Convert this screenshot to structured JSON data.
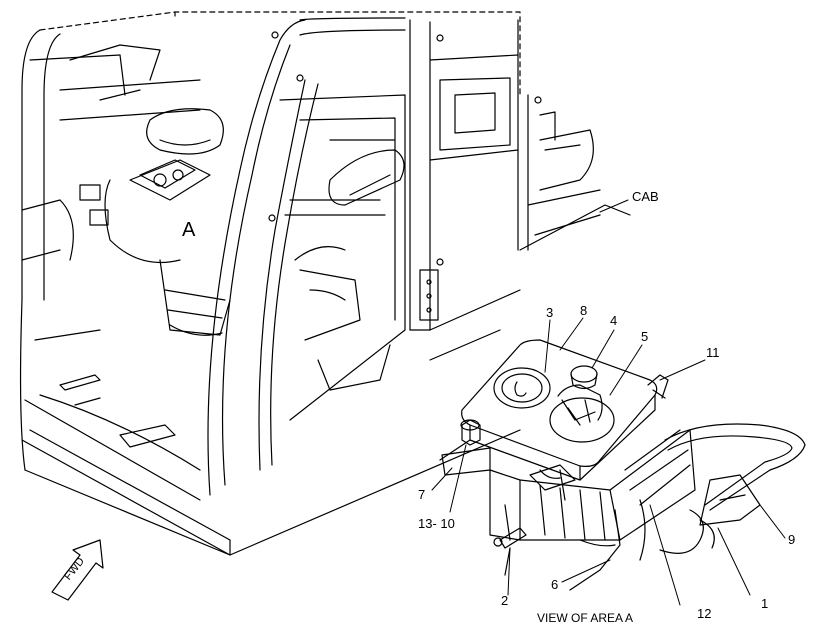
{
  "labels": {
    "cab": "CAB",
    "area_marker": "A",
    "fwd": "FWD",
    "view_caption": "VIEW OF AREA A"
  },
  "callouts": {
    "c1": "1",
    "c2": "2",
    "c3": "3",
    "c4": "4",
    "c5": "5",
    "c6": "6",
    "c7": "7",
    "c8": "8",
    "c9": "9",
    "c11": "11",
    "c12": "12",
    "c13_10": "13- 10"
  },
  "colors": {
    "line": "#000000",
    "background": "#ffffff"
  }
}
